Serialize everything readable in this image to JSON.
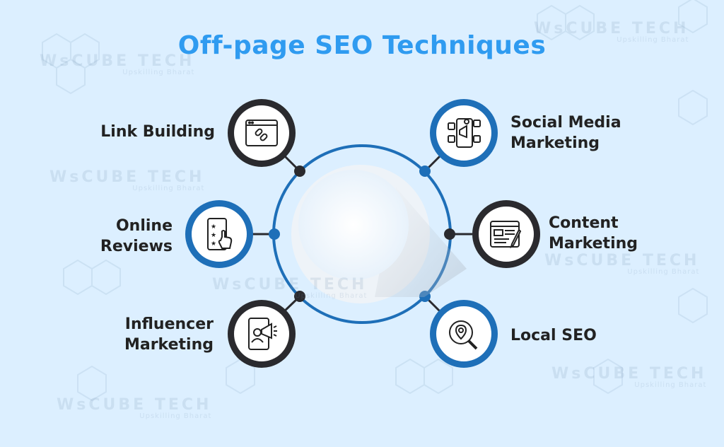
{
  "title": "Off-page SEO Techniques",
  "watermark": {
    "brand": "WsCUBE TECH",
    "tagline": "Upskilling Bharat"
  },
  "colors": {
    "accent": "#2f9bf0",
    "ring": "#1e6fb8",
    "dark": "#2a2a2e",
    "background": "#dcefff"
  },
  "techniques": [
    {
      "label_lines": [
        "Link Building"
      ],
      "icon": "link-icon"
    },
    {
      "label_lines": [
        "Online",
        "Reviews"
      ],
      "icon": "star-review-icon"
    },
    {
      "label_lines": [
        "Influencer",
        "Marketing"
      ],
      "icon": "megaphone-phone-icon"
    },
    {
      "label_lines": [
        "Social Media",
        "Marketing"
      ],
      "icon": "social-media-icon"
    },
    {
      "label_lines": [
        "Content",
        "Marketing"
      ],
      "icon": "content-writing-icon"
    },
    {
      "label_lines": [
        "Local SEO"
      ],
      "icon": "location-search-icon"
    }
  ]
}
